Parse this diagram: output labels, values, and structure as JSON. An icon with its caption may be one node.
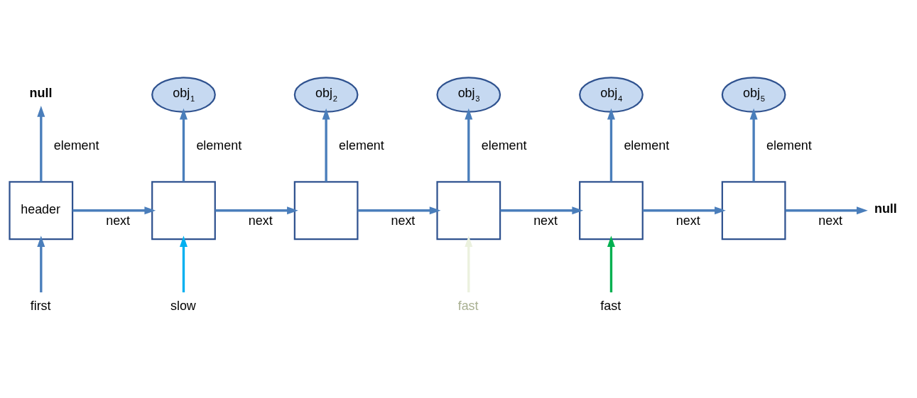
{
  "diagram": {
    "nodes": [
      {
        "text": [
          "null"
        ]
      },
      {
        "text": [
          "obj$_{1}$"
        ]
      },
      {
        "text": [
          "obj$_{2}$"
        ]
      },
      {
        "text": [
          "obj$_{3}$"
        ]
      },
      {
        "text": [
          "obj$_{4}$"
        ]
      },
      {
        "text": [
          "obj$_{5}$"
        ]
      },
      {
        "text": [
          "header"
        ]
      },
      {
        "text": [],
        "shape": "box"
      },
      {
        "text": [],
        "shape": "box"
      },
      {
        "text": [],
        "shape": "box"
      },
      {
        "text": [],
        "shape": "box"
      },
      {
        "text": [],
        "shape": "box"
      },
      {
        "text": [
          "null"
        ]
      },
      {
        "text": [
          "first"
        ]
      },
      {
        "text": [
          "slow"
        ]
      },
      {
        "text": [
          "fast"
        ]
      },
      {
        "text": [
          "fast"
        ]
      }
    ],
    "edges": [
      {
        "from": 6,
        "to": 0,
        "arrow": "to",
        "label": "element"
      },
      {
        "from": 7,
        "to": 1,
        "arrow": "to",
        "label": "element"
      },
      {
        "from": 8,
        "to": 2,
        "arrow": "to",
        "label": "element"
      },
      {
        "from": 9,
        "to": 3,
        "arrow": "to",
        "label": "element"
      },
      {
        "from": 10,
        "to": 4,
        "arrow": "to",
        "label": "element"
      },
      {
        "from": 11,
        "to": 5,
        "arrow": "to",
        "label": "element"
      },
      {
        "from": 6,
        "to": 7,
        "arrow": "to",
        "label": "next"
      },
      {
        "from": 7,
        "to": 8,
        "arrow": "to",
        "label": "next"
      },
      {
        "from": 8,
        "to": 9,
        "arrow": "to",
        "label": "next"
      },
      {
        "from": 9,
        "to": 10,
        "arrow": "to",
        "label": "next"
      },
      {
        "from": 10,
        "to": 11,
        "arrow": "to",
        "label": "next"
      },
      {
        "from": 11,
        "to": 12,
        "arrow": "to",
        "label": "next"
      },
      {
        "from": 13,
        "to": 6,
        "arrow": "to"
      },
      {
        "from": 14,
        "to": 7,
        "arrow": "to",
        "color": "#00b0f0"
      },
      {
        "from": 15,
        "to": 9,
        "arrow": "to",
        "color": "#ebf1de"
      },
      {
        "from": 16,
        "to": 10,
        "arrow": "to",
        "color": "#00b050"
      }
    ]
  }
}
